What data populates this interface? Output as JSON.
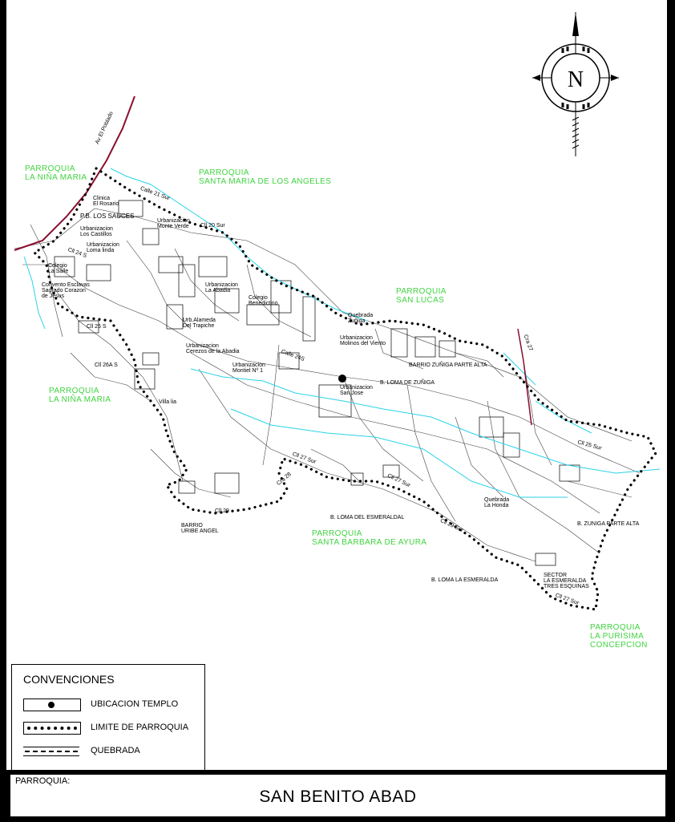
{
  "parish_labels": {
    "nina_maria_top": "PARROQUIA\nLA NIÑA MARIA",
    "santa_maria": "PARROQUIA\nSANTA MARIA DE LOS ANGELES",
    "san_lucas": "PARROQUIA\nSAN LUCAS",
    "nina_maria_left": "PARROQUIA\nLA NIÑA MARIA",
    "santa_barbara": "PARROQUIA\nSANTA BARBARA DE AYURA",
    "la_purisima": "PARROQUIA\nLA PURISIMA\nCONCEPCION"
  },
  "place_labels": {
    "av_poblado": "Av El Poblado",
    "clinica": "Clinica\nEl Rosario",
    "pb_sauces": "P.B. LOS SAUCES",
    "calle21": "Calle 21 Sur",
    "urb_monte_verde": "Urbanizacion\nMonte Verde",
    "urb_castillos": "Urbanizacion\nLos Castillos",
    "urb_loma_linda": "Urbanizacion\nLoma linda",
    "cll20": "Cll 20 Sur",
    "colegio_lasalle": "Colegio\nLa Salle",
    "convento": "Convento Esclavas\nSagrado Corazon\nde Jesus",
    "cll24": "Cll 24 S",
    "cll25": "Cll 25 S",
    "urb_abadia": "Urbanizacion\nLa Abadia",
    "colegio_benedictino": "Colegio\nBenedictino",
    "quebrada_zuniga": "Quebrada\nZuñiga",
    "urb_alameda": "Urb.Alameda\nDel Trapiche",
    "urb_cerezos": "Urbanizacion\nCerezos de la Abadia",
    "urb_montiel": "Urbanizacion\nMontiel Nº 1",
    "calle24s": "Calle 24S",
    "urb_molinos": "Urbanizacion\nMolinos del Viento",
    "barrio_zuniga_alta": "BARRIO ZUÑIGA PARTE ALTA",
    "loma_zuniga": "B. LOMA DE ZUÑIGA",
    "urb_san_jose": "Urbanizacion\nSan Jose",
    "cll26s": "Cll 26A S",
    "villa_lia": "Villa lia",
    "cll27sur_a": "Cll 27 Sur",
    "cll27sur_b": "Cll 27 Sur",
    "cra28": "Cra 28",
    "cll29": "Cll 29",
    "barrio_uribe": "BARRIO\nURIBE ANGEL",
    "loma_esmeraldal": "B. LOMA DEL ESMERALDAL",
    "quebrada_honda": "Quebrada\nLa Honda",
    "cll29sur": "Cll 29 Sur",
    "zuniga_alta_b": "B. ZUNIGA PARTE ALTA",
    "loma_esmeralda": "B. LOMA LA ESMERALDA",
    "sector_tres": "SECTOR\nLA ESMERALDA\nTRES ESQUINAS",
    "cll25sur": "Cll 25 Sur",
    "cll27sur_c": "Cll 27 Sur",
    "cra27": "Cra 27"
  },
  "legend": {
    "title": "CONVENCIONES",
    "temple": "UBICACION TEMPLO",
    "limit": "LIMITE DE PARROQUIA",
    "creek": "QUEBRADA"
  },
  "title_block": {
    "label": "PARROQUIA:",
    "name": "SAN BENITO ABAD"
  },
  "compass": {
    "letter": "N"
  },
  "colors": {
    "parish_label": "#3fd43f",
    "creek": "#2ad3e8",
    "road": "#8a0f2e",
    "limit": "#000000"
  }
}
